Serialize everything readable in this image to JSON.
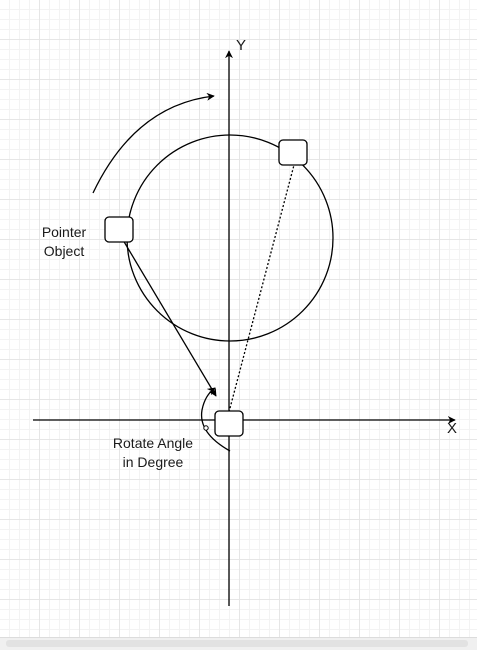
{
  "axes": {
    "y_label": "Y",
    "x_label": "X"
  },
  "labels": {
    "pointer_line1": "Pointer",
    "pointer_line2": "Object",
    "rotate_line1": "Rotate Angle",
    "rotate_line2": "in Degree"
  },
  "colors": {
    "stroke": "#000000",
    "grid": "#e6e6e6",
    "fill": "#ffffff"
  }
}
